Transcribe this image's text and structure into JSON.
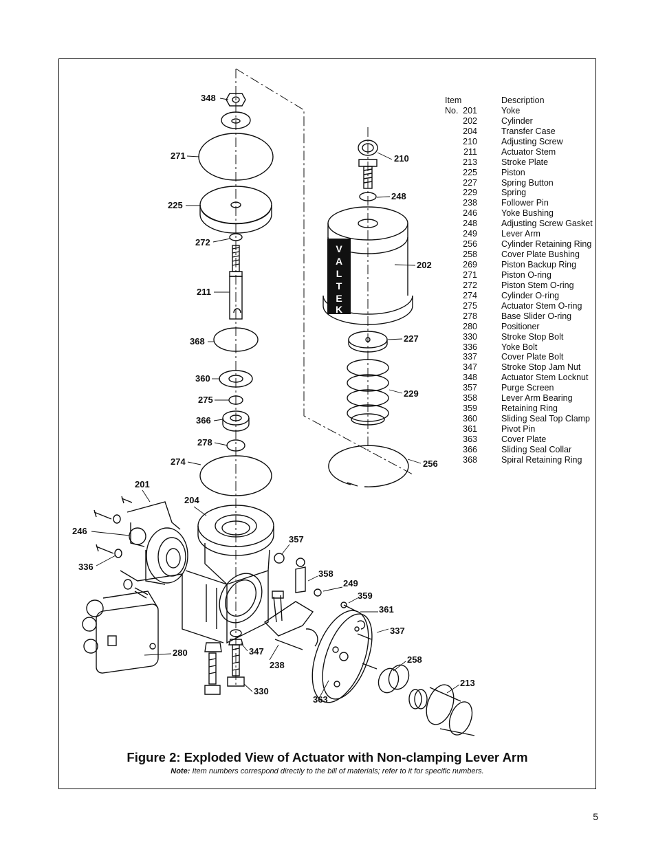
{
  "figure": {
    "title": "Figure 2: Exploded View of Actuator with Non-clamping Lever Arm",
    "note_label": "Note:",
    "note_text": "Item numbers correspond directly to the bill of materials; refer to it for specific numbers.",
    "brand_logo_text": "VALTEK"
  },
  "page_number": "5",
  "parts_table": {
    "header_item": "Item No.",
    "header_desc": "Description",
    "rows": [
      {
        "no": "201",
        "desc": "Yoke"
      },
      {
        "no": "202",
        "desc": "Cylinder"
      },
      {
        "no": "204",
        "desc": "Transfer Case"
      },
      {
        "no": "210",
        "desc": "Adjusting Screw"
      },
      {
        "no": "211",
        "desc": "Actuator Stem"
      },
      {
        "no": "213",
        "desc": "Stroke Plate"
      },
      {
        "no": "225",
        "desc": "Piston"
      },
      {
        "no": "227",
        "desc": "Spring Button"
      },
      {
        "no": "229",
        "desc": "Spring"
      },
      {
        "no": "238",
        "desc": "Follower Pin"
      },
      {
        "no": "246",
        "desc": "Yoke Bushing"
      },
      {
        "no": "248",
        "desc": "Adjusting Screw Gasket"
      },
      {
        "no": "249",
        "desc": "Lever Arm"
      },
      {
        "no": "256",
        "desc": "Cylinder Retaining Ring"
      },
      {
        "no": "258",
        "desc": "Cover Plate Bushing"
      },
      {
        "no": "269",
        "desc": "Piston Backup Ring"
      },
      {
        "no": "271",
        "desc": "Piston O-ring"
      },
      {
        "no": "272",
        "desc": "Piston Stem O-ring"
      },
      {
        "no": "274",
        "desc": "Cylinder O-ring"
      },
      {
        "no": "275",
        "desc": "Actuator Stem O-ring"
      },
      {
        "no": "278",
        "desc": "Base Slider O-ring"
      },
      {
        "no": "280",
        "desc": "Positioner"
      },
      {
        "no": "330",
        "desc": "Stroke Stop Bolt"
      },
      {
        "no": "336",
        "desc": "Yoke Bolt"
      },
      {
        "no": "337",
        "desc": "Cover Plate Bolt"
      },
      {
        "no": "347",
        "desc": "Stroke Stop Jam Nut"
      },
      {
        "no": "348",
        "desc": "Actuator Stem Locknut"
      },
      {
        "no": "357",
        "desc": "Purge Screen"
      },
      {
        "no": "358",
        "desc": "Lever Arm Bearing"
      },
      {
        "no": "359",
        "desc": "Retaining Ring"
      },
      {
        "no": "360",
        "desc": "Sliding Seal Top Clamp"
      },
      {
        "no": "361",
        "desc": "Pivot Pin"
      },
      {
        "no": "363",
        "desc": "Cover Plate"
      },
      {
        "no": "366",
        "desc": "Sliding Seal Collar"
      },
      {
        "no": "368",
        "desc": "Spiral Retaining Ring"
      }
    ]
  },
  "callouts": {
    "c348": "348",
    "c271": "271",
    "c225": "225",
    "c272": "272",
    "c211": "211",
    "c368": "368",
    "c360": "360",
    "c275": "275",
    "c366": "366",
    "c278": "278",
    "c274": "274",
    "c201": "201",
    "c204": "204",
    "c246": "246",
    "c336": "336",
    "c357": "357",
    "c358": "358",
    "c249": "249",
    "c359": "359",
    "c361": "361",
    "c337": "337",
    "c280": "280",
    "c347": "347",
    "c238": "238",
    "c330": "330",
    "c363": "363",
    "c258": "258",
    "c213": "213",
    "c210": "210",
    "c248": "248",
    "c202": "202",
    "c227": "227",
    "c229": "229",
    "c256": "256"
  }
}
